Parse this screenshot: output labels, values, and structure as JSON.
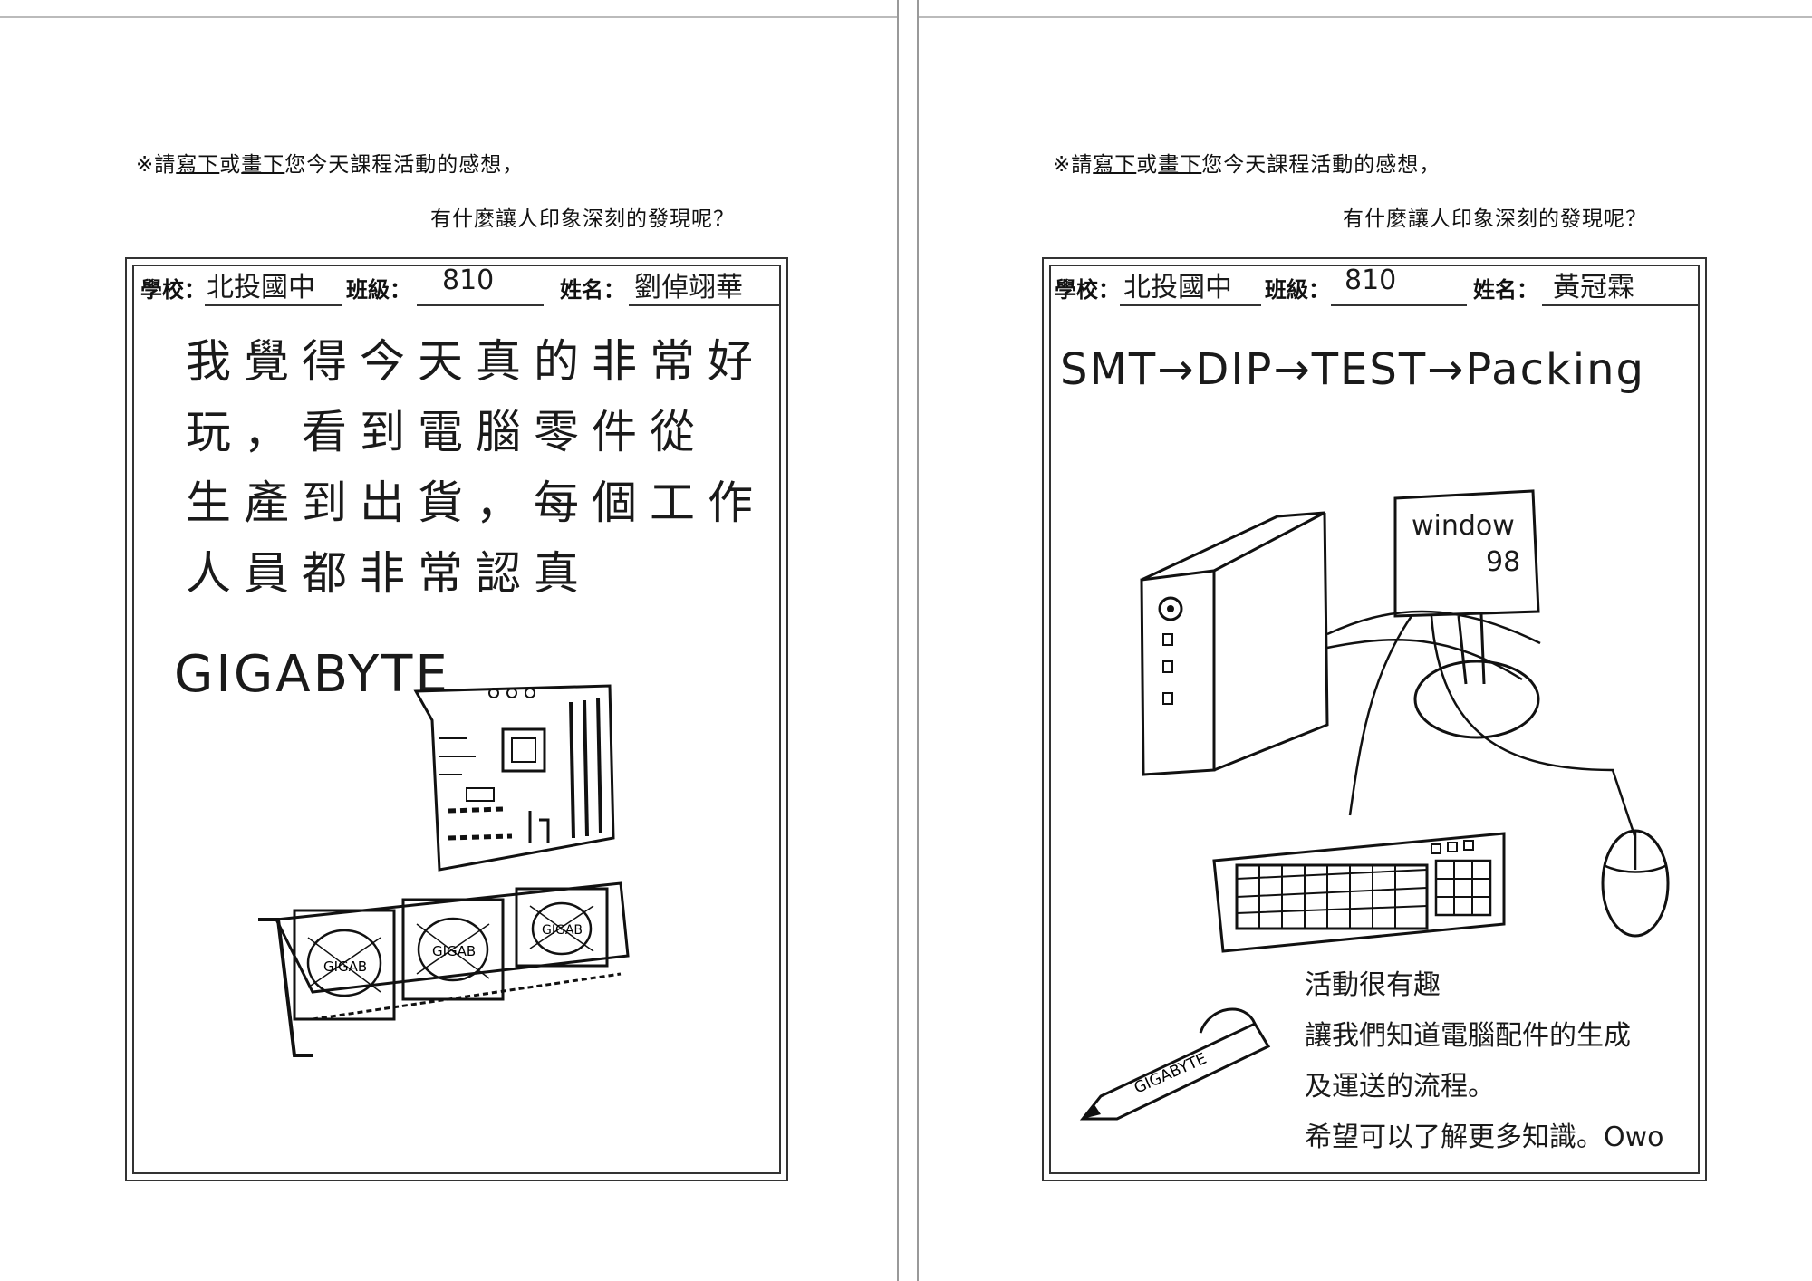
{
  "prompt": {
    "line1_prefix": "※請",
    "line1_write": "寫下",
    "line1_or": "或",
    "line1_draw": "畫下",
    "line1_rest": "您今天課程活動的感想，",
    "line2": "有什麼讓人印象深刻的發現呢？"
  },
  "labels": {
    "school": "學校：",
    "class": "班級：",
    "name": "姓名："
  },
  "left_sheet": {
    "school": "北投國中",
    "class": "810",
    "name": "劉倬翊華",
    "essay": [
      "我覺得今天真的非常好",
      "玩，看到電腦零件從",
      "生產到出貨，每個工作",
      "人員都非常認真"
    ],
    "brand": "GIGABYTE",
    "fan_labels": [
      "GIGAB",
      "GIGAB",
      "GIGAB"
    ]
  },
  "right_sheet": {
    "school": "北投國中",
    "class": "810",
    "name": "黃冠霖",
    "flow": "SMT→DIP→TEST→Packing",
    "monitor_line1": "window",
    "monitor_line2": "98",
    "pen_brand": "GIGABYTE",
    "note": [
      "活動很有趣",
      "讓我們知道電腦配件的生成",
      "及運送的流程。",
      "希望可以了解更多知識。Owo"
    ]
  }
}
